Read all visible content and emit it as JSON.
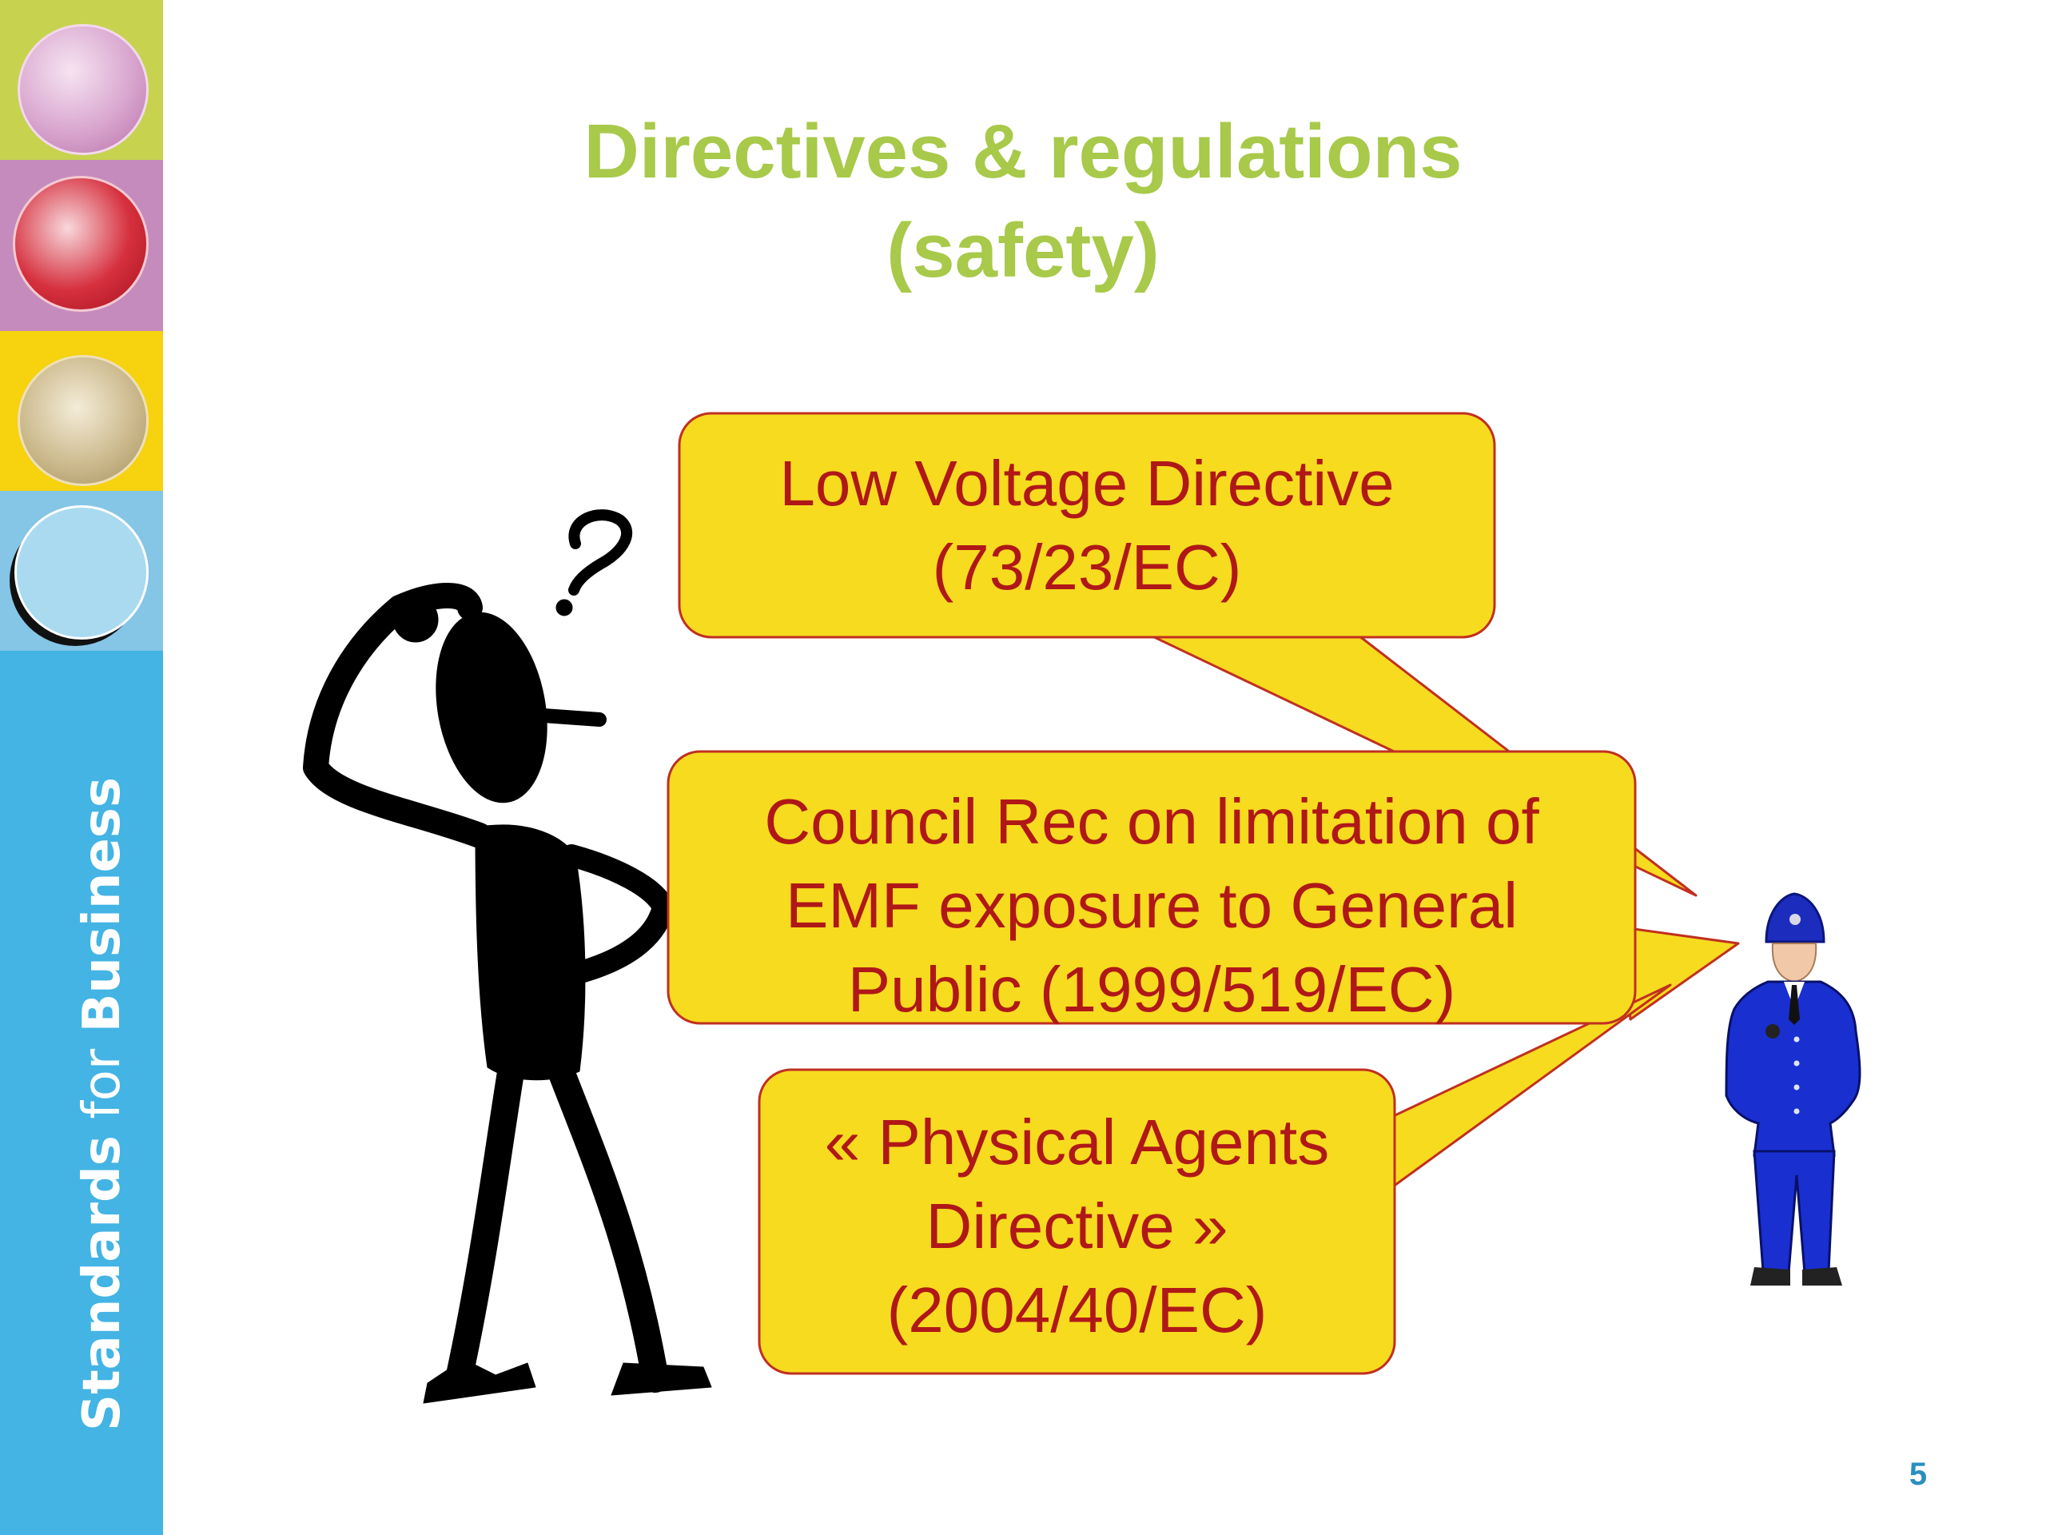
{
  "sidebar": {
    "brand_word1": "Standards",
    "brand_word2": "for",
    "brand_word3": "Business",
    "block_colors": [
      "#c7d24f",
      "#c58bbd",
      "#f6d20f",
      "#85c5e6"
    ]
  },
  "title": {
    "line1": "Directives & regulations",
    "line2": "(safety)",
    "color": "#a8c94a"
  },
  "bubbles": [
    {
      "line1": "Low Voltage Directive",
      "line2": "(73/23/EC)"
    },
    {
      "line1": "Council Rec on limitation of",
      "line2": "EMF exposure to General",
      "line3": "Public (1999/519/EC)"
    },
    {
      "line1": "« Physical Agents",
      "line2": "Directive »",
      "line3": "(2004/40/EC)"
    }
  ],
  "colors": {
    "bubble_fill": "#f7db1f",
    "bubble_border": "#c03020",
    "bubble_text": "#b01818",
    "sidebar": "#43b4e4"
  },
  "figures": {
    "thinker": "confused-stick-figure-icon",
    "question_mark": "?",
    "policeman": "policeman-icon"
  },
  "slide_number": "5"
}
